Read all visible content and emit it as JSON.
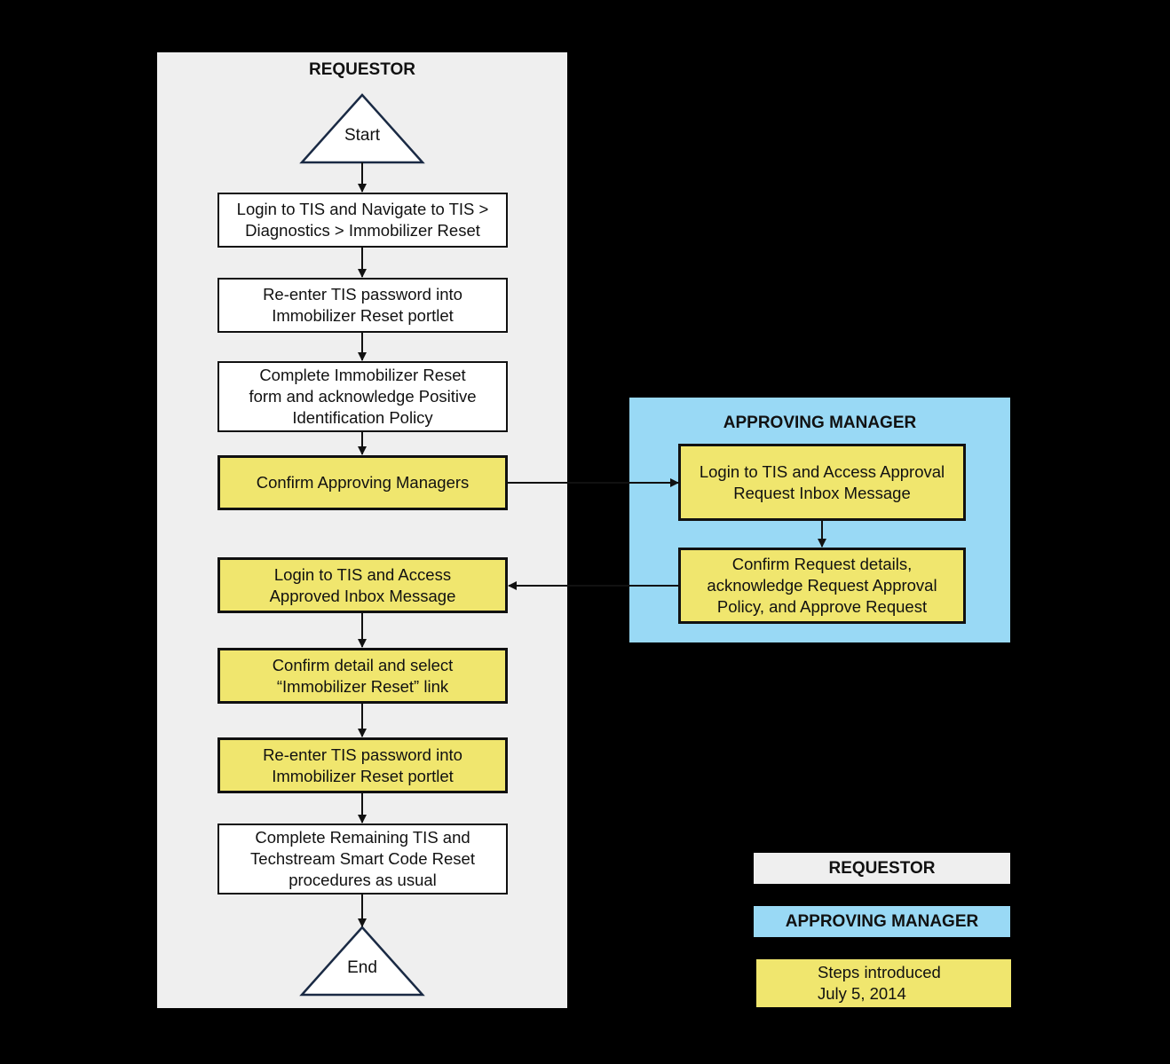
{
  "colors": {
    "requestor_lane": "#efefef",
    "manager_lane": "#99d9f5",
    "new_step": "#f0e66e",
    "standard_step": "#ffffff",
    "background": "#000000"
  },
  "lanes": {
    "requestor": {
      "title": "REQUESTOR"
    },
    "manager": {
      "title": "APPROVING MANAGER"
    }
  },
  "start": {
    "label": "Start"
  },
  "end": {
    "label": "End"
  },
  "steps": [
    {
      "text": "Login to TIS and Navigate to TIS >\nDiagnostics > Immobilizer Reset",
      "new": false
    },
    {
      "text": "Re-enter TIS password into\nImmobilizer Reset portlet",
      "new": false
    },
    {
      "text": "Complete Immobilizer Reset\nform and acknowledge Positive\nIdentification Policy",
      "new": false
    },
    {
      "text": "Confirm Approving Managers",
      "new": true
    },
    {
      "text": "Login to TIS and Access\nApproved Inbox Message",
      "new": true
    },
    {
      "text": "Confirm detail and select\n“Immobilizer Reset” link",
      "new": true
    },
    {
      "text": "Re-enter TIS password into\nImmobilizer Reset portlet",
      "new": true
    },
    {
      "text": "Complete Remaining TIS and\nTechstream Smart Code Reset\nprocedures as usual",
      "new": false
    }
  ],
  "manager_steps": [
    {
      "text": "Login to TIS and Access Approval\nRequest Inbox Message",
      "new": true
    },
    {
      "text": "Confirm Request details,\nacknowledge Request  Approval\nPolicy, and Approve Request",
      "new": true
    }
  ],
  "legend": {
    "requestor": "REQUESTOR",
    "manager": "APPROVING MANAGER",
    "steps": "Steps introduced\nJuly 5, 2014"
  }
}
